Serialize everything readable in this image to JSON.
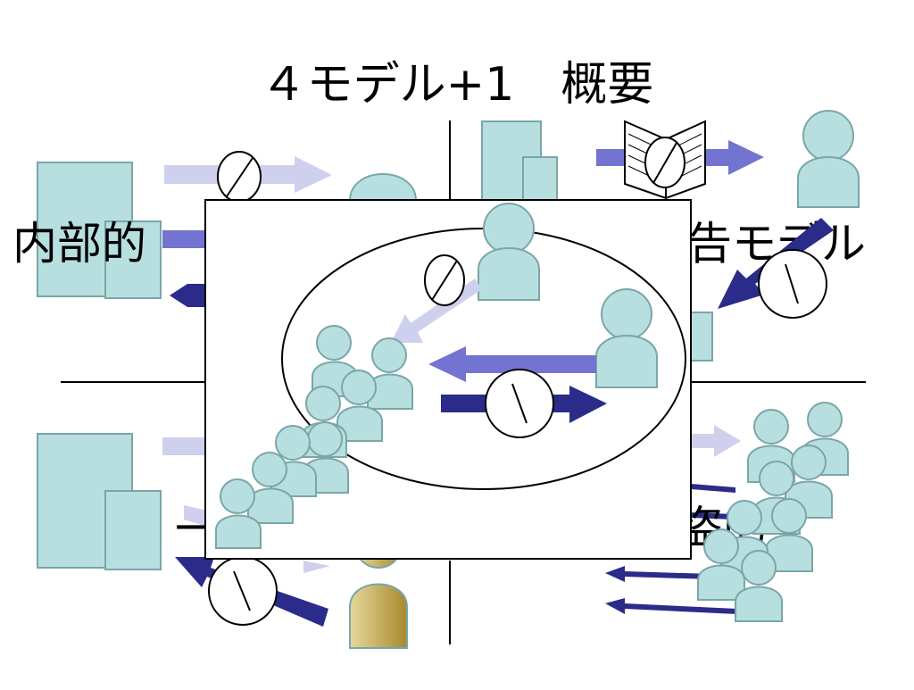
{
  "slide": {
    "title": "４モデル+1　概要",
    "quadrant_labels": {
      "top_left": "内部的",
      "top_right": "告モデル",
      "bottom_left": "一",
      "bottom_right": "盗的"
    }
  },
  "colors": {
    "document": "#b8dfe0",
    "document_stroke": "#7aa6a8",
    "person": "#b8dfe0",
    "person_stroke": "#7aa6a8",
    "person_gold": "#cdb870",
    "arrow_pale": "#cfcfee",
    "arrow_mid": "#7373d2",
    "arrow_dark": "#2b2b8a"
  },
  "icons": [
    "no-sign-icon",
    "backslash-circle-icon",
    "open-book-icon",
    "person-icon",
    "document-icon"
  ]
}
